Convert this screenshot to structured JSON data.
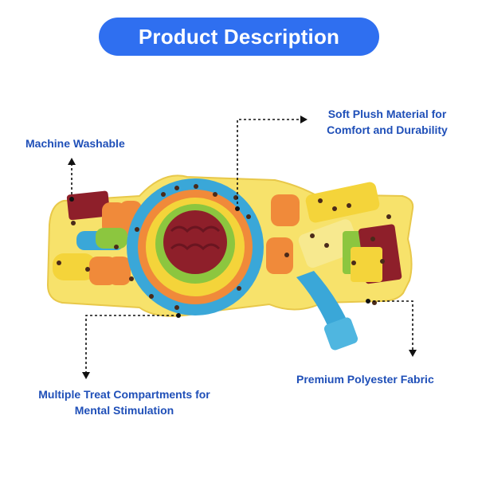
{
  "title": "Product Description",
  "features": {
    "machine_washable": "Machine Washable",
    "soft_plush_line1": "Soft Plush Material for",
    "soft_plush_line2": "Comfort and Durability",
    "premium_fabric": "Premium Polyester Fabric",
    "compartments_line1": "Multiple Treat Compartments for",
    "compartments_line2": "Mental Stimulation"
  },
  "colors": {
    "accent": "#2f6ff0",
    "label_text": "#1f4fb8",
    "mat_yellow": "#f7e26b",
    "felt_orange": "#f08a3a",
    "felt_blue": "#3aa7d8",
    "felt_red": "#8e1f2a",
    "felt_green": "#8cc63f",
    "felt_yellow": "#f4d43a"
  },
  "image": {
    "subject": "snuffle mat product photo",
    "icons": [
      "arrow-up-icon",
      "arrow-right-icon",
      "arrow-down-icon"
    ]
  }
}
